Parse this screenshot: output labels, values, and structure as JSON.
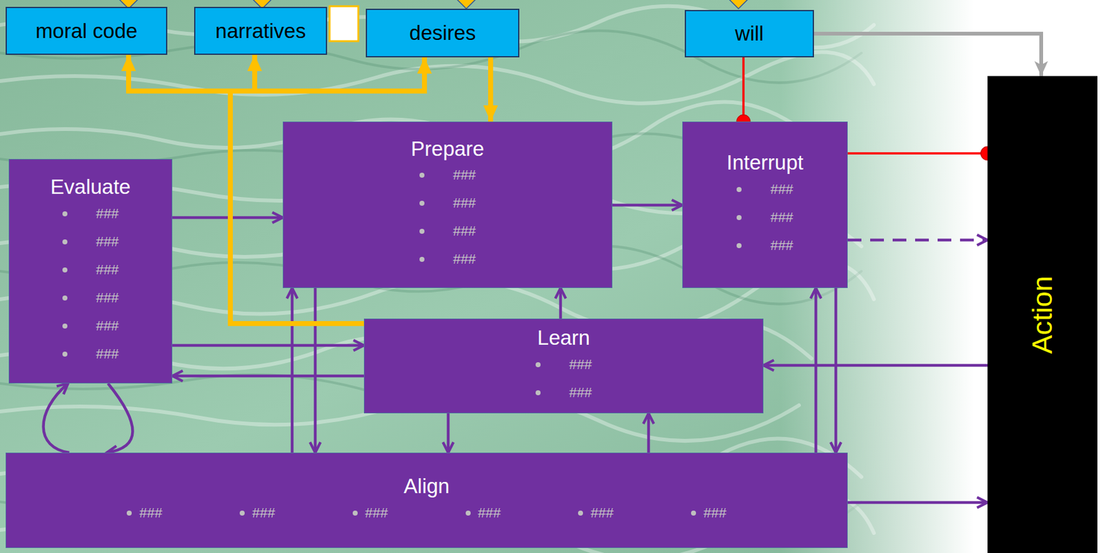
{
  "diagram": {
    "nodes": [
      {
        "text": [
          "moral code"
        ]
      },
      {
        "text": [
          "narratives"
        ]
      },
      {
        "text": [
          "desires"
        ]
      },
      {
        "text": [
          "will"
        ]
      },
      {
        "text": [
          "Evaluate",
          "###",
          "###",
          "###",
          "###",
          "###",
          "###"
        ]
      },
      {
        "text": [
          "Prepare",
          "###",
          "###",
          "###",
          "###"
        ]
      },
      {
        "text": [
          "Interrupt",
          "###",
          "###",
          "###"
        ]
      },
      {
        "text": [
          "Learn",
          "###",
          "###"
        ]
      },
      {
        "text": [
          "Align",
          "###",
          "###",
          "###",
          "###",
          "###",
          "###"
        ]
      },
      {
        "text": [
          "Action"
        ]
      }
    ],
    "edges": [
      {
        "from": 4,
        "to": 5,
        "arrow": "to"
      },
      {
        "from": 4,
        "to": 7,
        "arrow": "to"
      },
      {
        "from": 7,
        "to": 4,
        "arrow": "to"
      },
      {
        "from": 5,
        "to": 6,
        "arrow": "to"
      },
      {
        "from": 6,
        "to": 9,
        "arrow": "to"
      },
      {
        "from": 8,
        "to": 9,
        "arrow": "to"
      },
      {
        "from": 9,
        "to": 7,
        "arrow": "to"
      },
      {
        "from": 7,
        "to": 5,
        "arrow": "to"
      },
      {
        "from": 7,
        "to": 8,
        "arrow": "to"
      },
      {
        "from": 8,
        "to": 7,
        "arrow": "to"
      },
      {
        "from": 8,
        "to": 5,
        "arrow": "to"
      },
      {
        "from": 5,
        "to": 8,
        "arrow": "to"
      },
      {
        "from": 8,
        "to": 6,
        "arrow": "to"
      },
      {
        "from": 6,
        "to": 8,
        "arrow": "to"
      },
      {
        "from": 4,
        "to": 8,
        "arrow": "both"
      },
      {
        "from": 7,
        "to": 0,
        "arrow": "to"
      },
      {
        "from": 7,
        "to": 1,
        "arrow": "to"
      },
      {
        "from": 7,
        "to": 2,
        "arrow": "to"
      },
      {
        "from": 2,
        "to": 5,
        "arrow": "to"
      },
      {
        "from": 3,
        "to": 6,
        "arrow": "to"
      },
      {
        "from": 6,
        "to": 9,
        "arrow": "to"
      },
      {
        "from": 3,
        "to": 9,
        "arrow": "to"
      }
    ]
  }
}
